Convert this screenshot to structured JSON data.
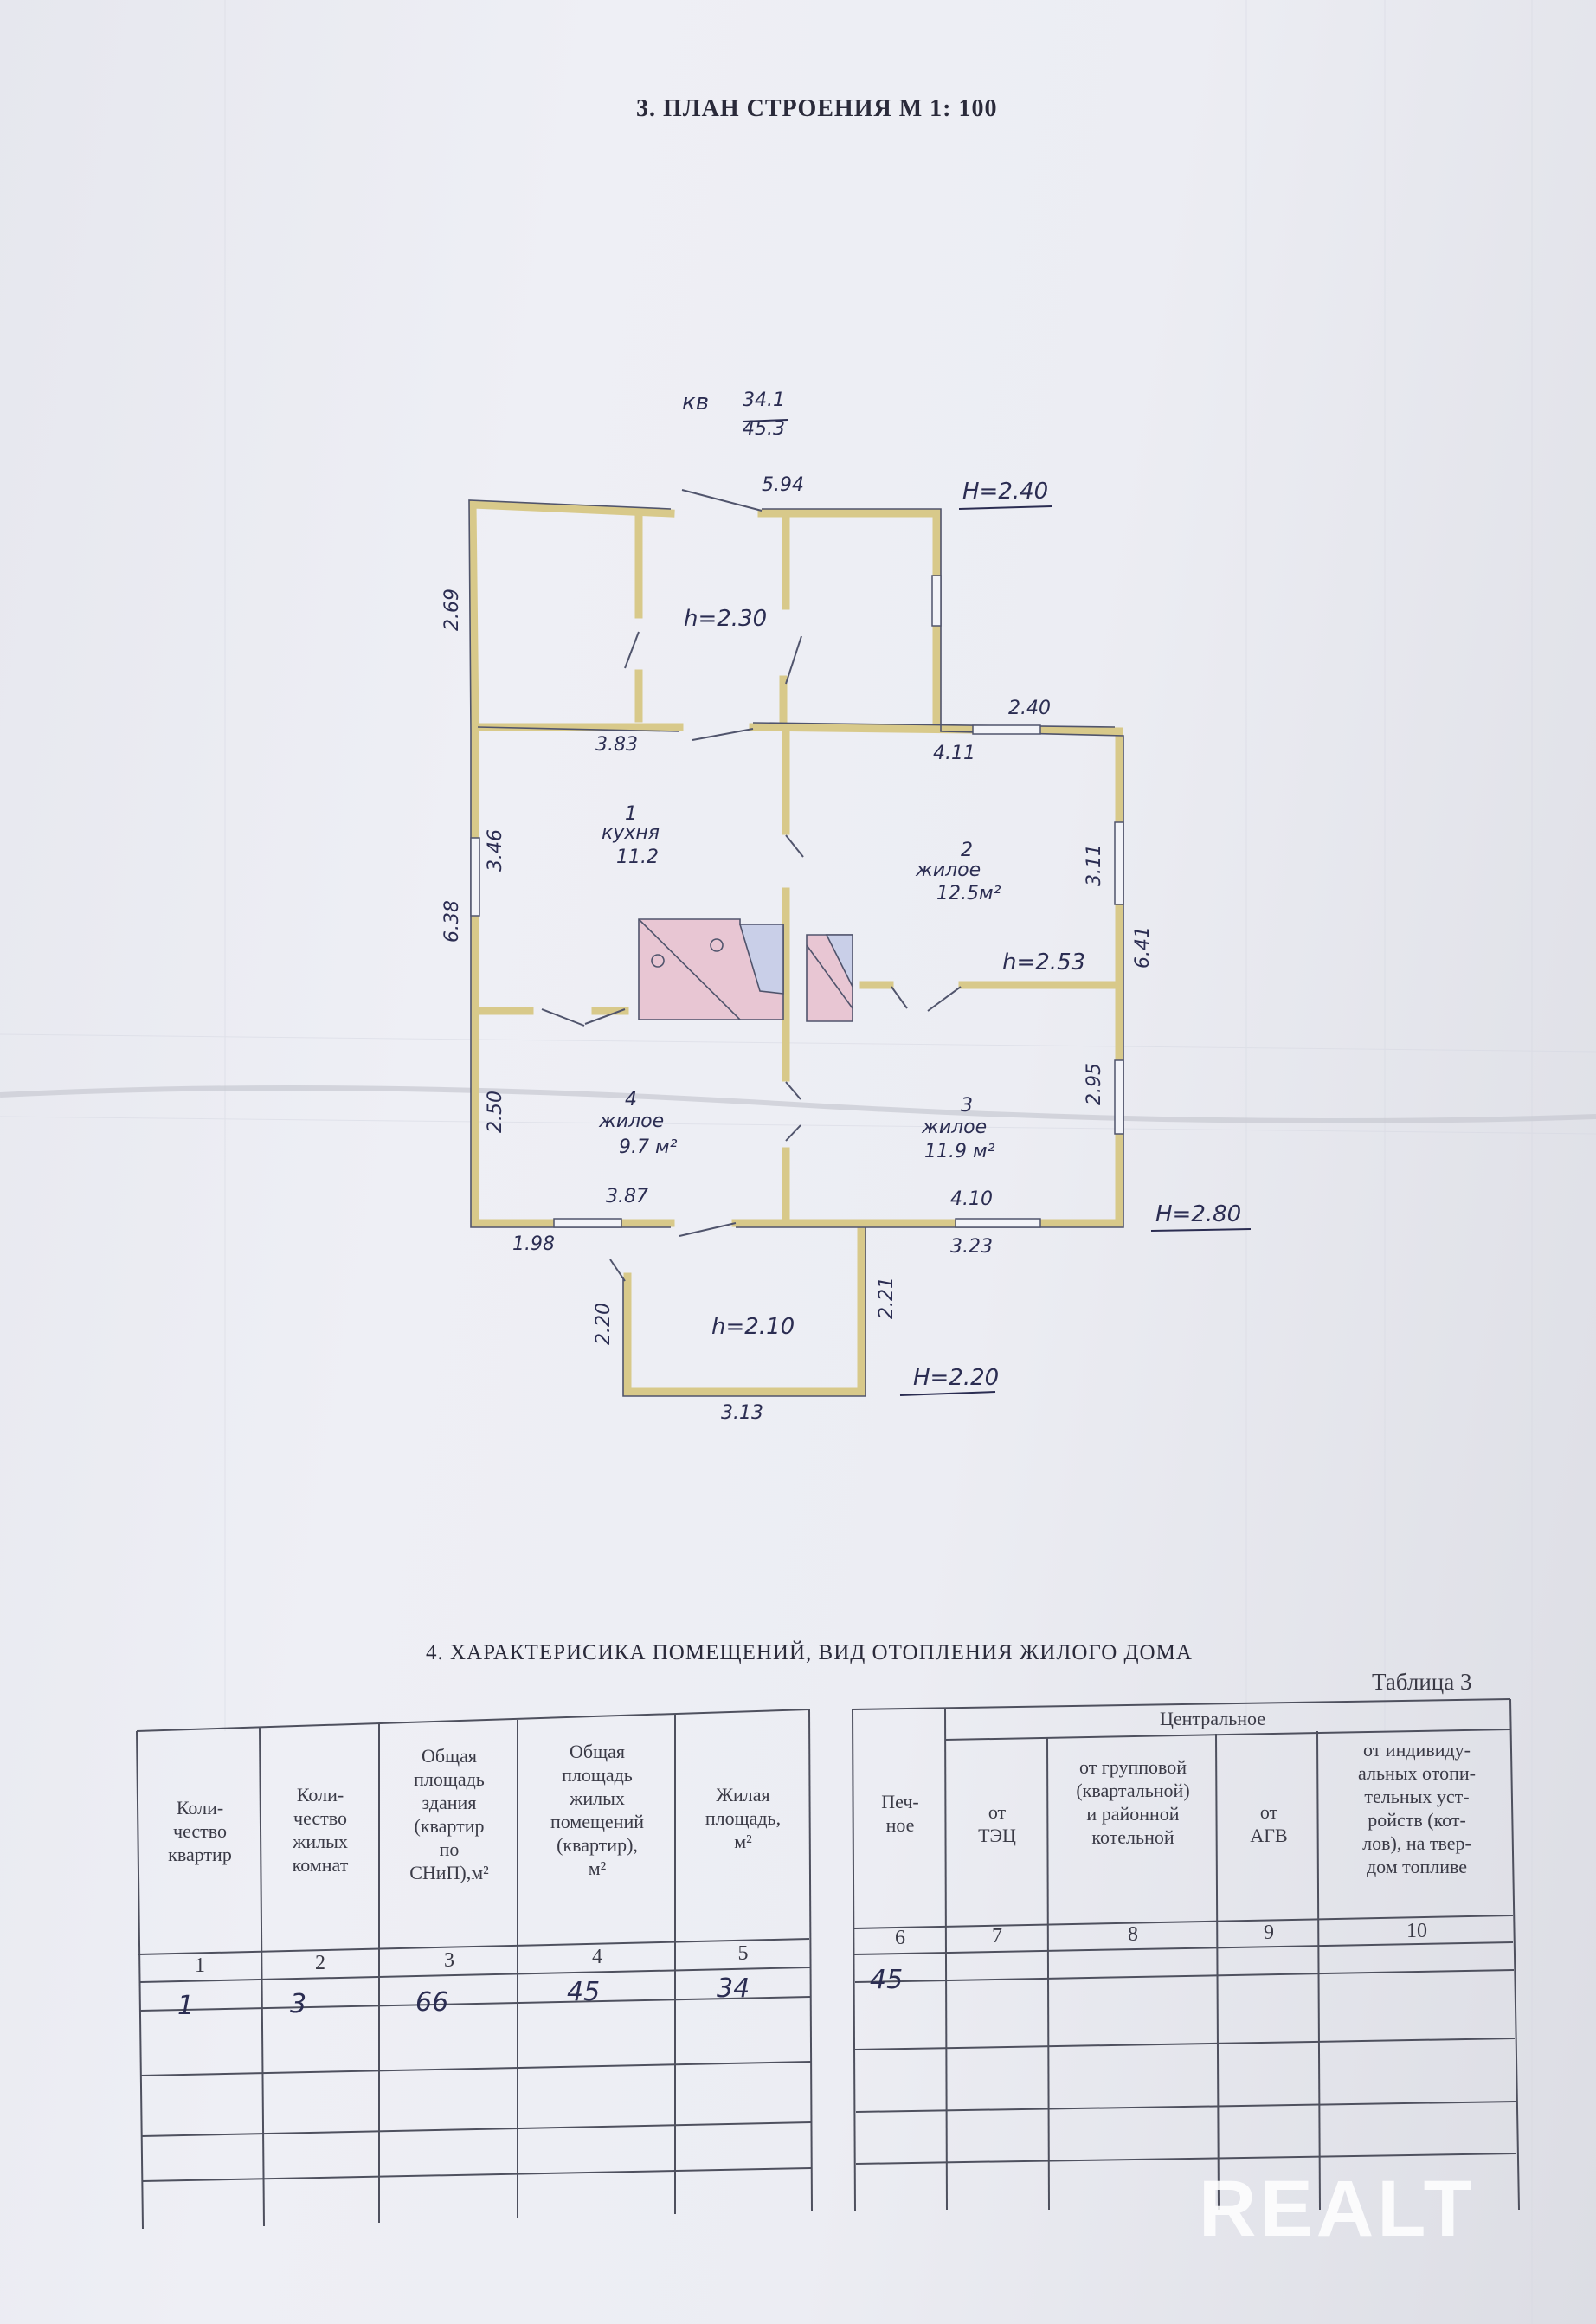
{
  "section3_title": "3. ПЛАН СТРОЕНИЯ М 1: 100",
  "plan": {
    "kv_label": "кв",
    "kv_living": "34.1",
    "kv_total": "45.3",
    "dims": {
      "top": "5.94",
      "left_upper": "2.69",
      "left_lower": "6.38",
      "upper_room_bottom": "3.83",
      "right_step": "2.40",
      "right_step_lower": "4.11",
      "right_full": "6.41",
      "room2_side": "3.11",
      "room3_side": "2.95",
      "kitchen_side": "3.46",
      "room4_side": "2.50",
      "bottom_left": "3.87",
      "bottom_right": "4.10",
      "bottom_left_out": "1.98",
      "bottom_right_out": "3.23",
      "porch_left": "2.20",
      "porch_right": "2.21",
      "porch_bottom": "3.13"
    },
    "heights": {
      "h_240": "H=2.40",
      "h_280": "H=2.80",
      "h_220": "H=2.20",
      "h_230": "h=2.30",
      "h_253": "h=2.53",
      "h_210": "h=2.10"
    },
    "rooms": {
      "r1_num": "1",
      "r1_name": "кухня",
      "r1_area": "11.2",
      "r2_num": "2",
      "r2_name": "жилое",
      "r2_area": "12.5м²",
      "r3_num": "3",
      "r3_name": "жилое",
      "r3_area": "11.9 м²",
      "r4_num": "4",
      "r4_name": "жилое",
      "r4_area": "9.7 м²"
    }
  },
  "section4_title": "4. ХАРАКТЕРИСИКА ПОМЕЩЕНИЙ, ВИД ОТОПЛЕНИЯ ЖИЛОГО ДОМА",
  "table_caption": "Таблица 3",
  "table": {
    "group_header": "Центральное",
    "headers": [
      "Коли-\nчество\nквартир",
      "Коли-\nчество\nжилых\nкомнат",
      "Общая\nплощадь\nздания\n(квартир\nпо\nСНиП),м²",
      "Общая\nплощадь\nжилых\nпомещений\n(квартир),\nм²",
      "Жилая\nплощадь,\nм²",
      "Печ-\nное",
      "от\nТЭЦ",
      "от групповой\n(квартальной)\nи районной\nкотельной",
      "от\nАГВ",
      "от индивиду-\nальных отопи-\nтельных уст-\nройств (кот-\nлов), на твер-\nдом топливе"
    ],
    "numbers": [
      "1",
      "2",
      "3",
      "4",
      "5",
      "6",
      "7",
      "8",
      "9",
      "10"
    ],
    "values": [
      "1",
      "3",
      "66",
      "45",
      "34",
      "45",
      "",
      "",
      "",
      ""
    ]
  },
  "watermark": "REALT"
}
